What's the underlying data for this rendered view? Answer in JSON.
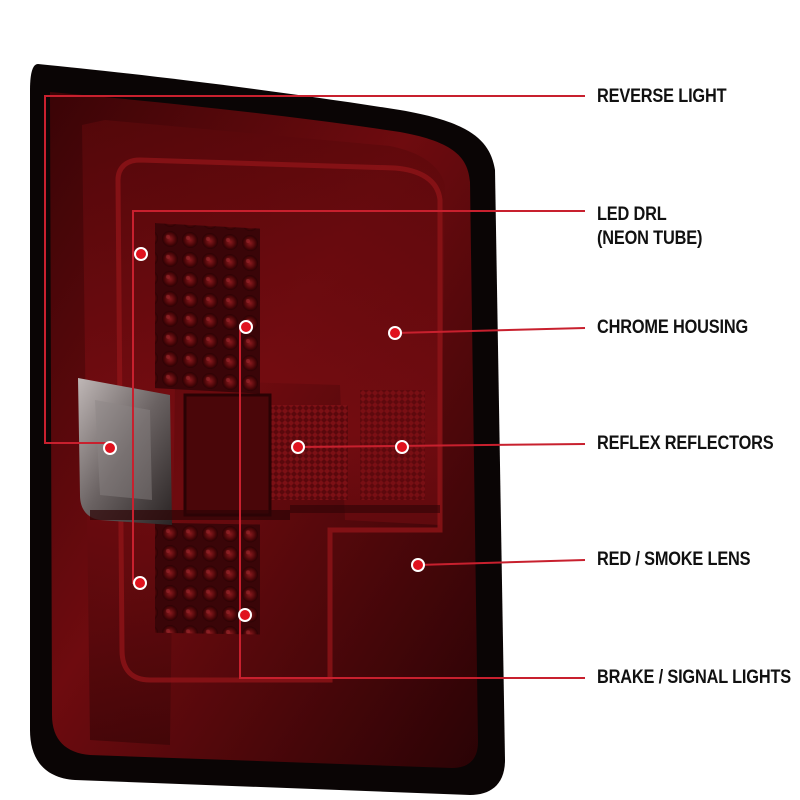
{
  "colors": {
    "callout_line": "#c8202e",
    "dot_fill": "#e0121e",
    "dot_ring": "#ffffff",
    "lens_dark": "#2a0305",
    "lens_red": "#6b0b0e",
    "housing_black": "#0a0505"
  },
  "labels": {
    "reverse_light": "REVERSE LIGHT",
    "led_drl_line1": "LED DRL",
    "led_drl_line2": "(NEON TUBE)",
    "chrome_housing": "CHROME HOUSING",
    "reflex_reflectors": "REFLEX REFLECTORS",
    "red_smoke_lens": "RED / SMOKE LENS",
    "brake_signal_lights": "BRAKE / SIGNAL LIGHTS"
  }
}
